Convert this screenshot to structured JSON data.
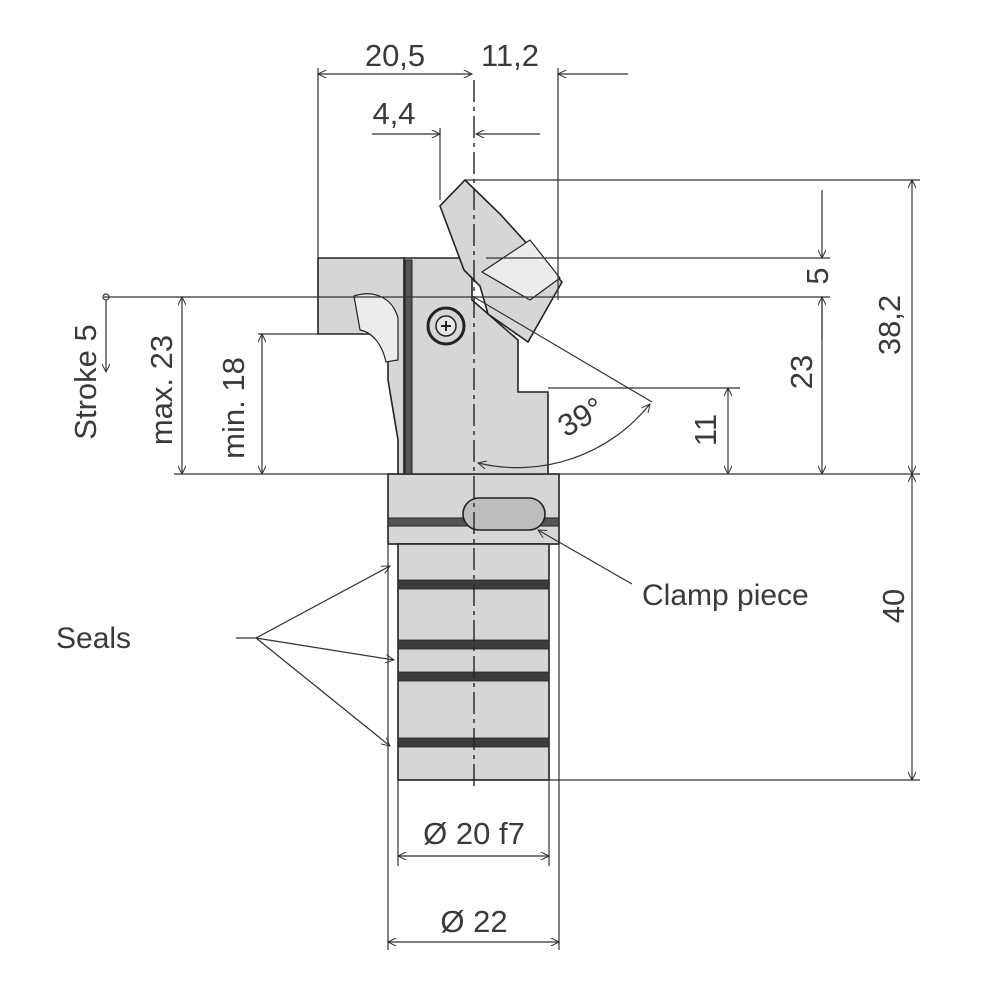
{
  "dimensions": {
    "top_left_width": "20,5",
    "top_right_width": "11,2",
    "offset_small": "4,4",
    "right_small_gap": "5",
    "right_height_23": "23",
    "right_total": "38,2",
    "right_height_11": "11",
    "angle": "39°",
    "stroke": "Stroke 5",
    "max_height": "max. 23",
    "min_height": "min. 18",
    "lower_height": "40",
    "shaft_diameter": "Ø 20 f7",
    "outer_diameter": "Ø 22"
  },
  "labels": {
    "seals": "Seals",
    "clamp_piece": "Clamp piece"
  },
  "colors": {
    "part_fill": "#d6d6d6",
    "line": "#222222",
    "text": "#3a3a3a"
  }
}
